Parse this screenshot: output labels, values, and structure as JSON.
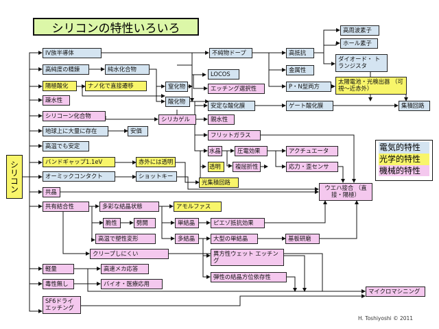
{
  "title": "シリコンの特性いろいろ",
  "root": "シリコン",
  "credit": "H. Toshiyoshi © 2011",
  "colors": {
    "electrical": "#d4e4f1",
    "optical": "#f8f56a",
    "mechanical": "#f4c8ee",
    "title_bg": "#dcf7a8"
  },
  "legend": {
    "electrical": "電気的特性",
    "optical": "光学的特性",
    "mechanical": "機械的特性"
  },
  "nodes": {
    "iv": "IV族半導体",
    "purity": "高純度の精錬",
    "purify": "純水化合物",
    "anodic": "陽極酸化",
    "nano": "ナノ化で直接遷移",
    "hydrophobic": "疎水性",
    "silicone": "シリコーン化合物",
    "abundant": "地球上に大量に存在",
    "cheap": "安価",
    "stable": "高温でも安定",
    "bandgap": "バンドギャップ1.1eV",
    "ir": "赤外には透明",
    "ohmic": "オーミックコンタクト",
    "schottky": "ショットキー",
    "eutectic": "共晶",
    "covalent": "共有結合性",
    "poly": "多彩な結晶状態",
    "amorphous": "アモルファス",
    "brittle": "脆性",
    "cleave": "劈開",
    "plastic": "高温で塑性変形",
    "single": "単結晶",
    "multi": "多結晶",
    "piezores": "ピエゾ抵抗効果",
    "large": "大型の単結晶",
    "polish": "基板研磨",
    "creep": "クリープしにくい",
    "anisotropic": "異方性ウェット エッチング",
    "elastic": "弾性の結晶方位依存性",
    "light": "軽量",
    "fast": "高速メカ応答",
    "nontoxic": "毒性無し",
    "bio": "バイオ・医療応用",
    "sf6": "SF6ドライ エッチング",
    "mems": "マイクロマシニング",
    "doping": "不純物ドープ",
    "highres": "高抵抗",
    "metallic": "金属性",
    "pn": "P・N型両方",
    "rf": "高周波素子",
    "hall": "ホール素子",
    "diode": "ダイオード・ トランジスタ",
    "solar": "太陽電池・光検出器 （可視〜近赤外）",
    "nitride": "窒化物",
    "oxide": "酸化物",
    "silicagel": "シリカゲル",
    "locos": "LOCOS",
    "etchsel": "エッチング選択性",
    "stableox": "安定な酸化膜",
    "gateox": "ゲート酸化膜",
    "ic": "集積回路",
    "hydrophilic": "親水性",
    "frit": "フリットガラス",
    "crystal": "水晶",
    "piezo": "圧電効果",
    "actuator": "アクチュエータ",
    "transparent": "透明",
    "birefr": "複屈折性",
    "stress": "応力・歪センサ",
    "photonic": "光集積回路",
    "wafer": "ウエハ接合 （直接・陽極）"
  }
}
